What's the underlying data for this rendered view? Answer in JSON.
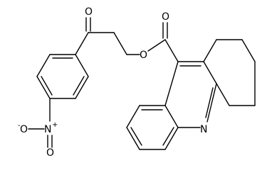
{
  "molecule": {
    "atoms": [
      {
        "id": "O1",
        "symbol": "O",
        "charge": ""
      },
      {
        "id": "O2",
        "symbol": "O",
        "charge": ""
      },
      {
        "id": "O3",
        "symbol": "O",
        "charge": ""
      },
      {
        "id": "N1",
        "symbol": "N",
        "charge": "+"
      },
      {
        "id": "O4",
        "symbol": "O",
        "charge": "-"
      },
      {
        "id": "O5",
        "symbol": "O",
        "charge": ""
      },
      {
        "id": "N2",
        "symbol": "N",
        "charge": ""
      }
    ],
    "colors": {
      "bond": "#000000",
      "label": "#000000",
      "background": "#ffffff"
    }
  }
}
